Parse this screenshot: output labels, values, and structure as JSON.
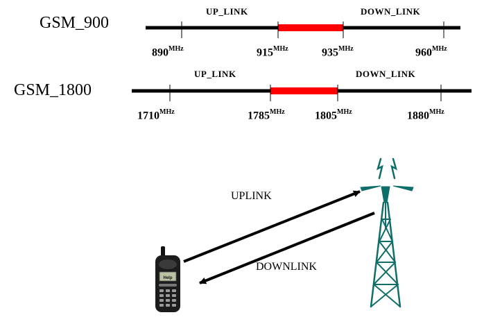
{
  "bands": [
    {
      "name": "GSM_900",
      "uplink_label": "UP_LINK",
      "downlink_label": "DOWN_LINK",
      "unit": "MHz",
      "frequencies": [
        "890",
        "915",
        "935",
        "960"
      ],
      "guard_band": [
        "915",
        "935"
      ]
    },
    {
      "name": "GSM_1800",
      "uplink_label": "UP_LINK",
      "downlink_label": "DOWN_LINK",
      "unit": "MHz",
      "frequencies": [
        "1710",
        "1785",
        "1805",
        "1880"
      ],
      "guard_band": [
        "1785",
        "1805"
      ]
    }
  ],
  "diagram": {
    "uplink_label": "UPLINK",
    "downlink_label": "DOWNLINK",
    "phone_screen_text": "Help",
    "colors": {
      "line": "#000000",
      "guard_band": "#ff0000",
      "tower": "#0f6e69"
    }
  }
}
